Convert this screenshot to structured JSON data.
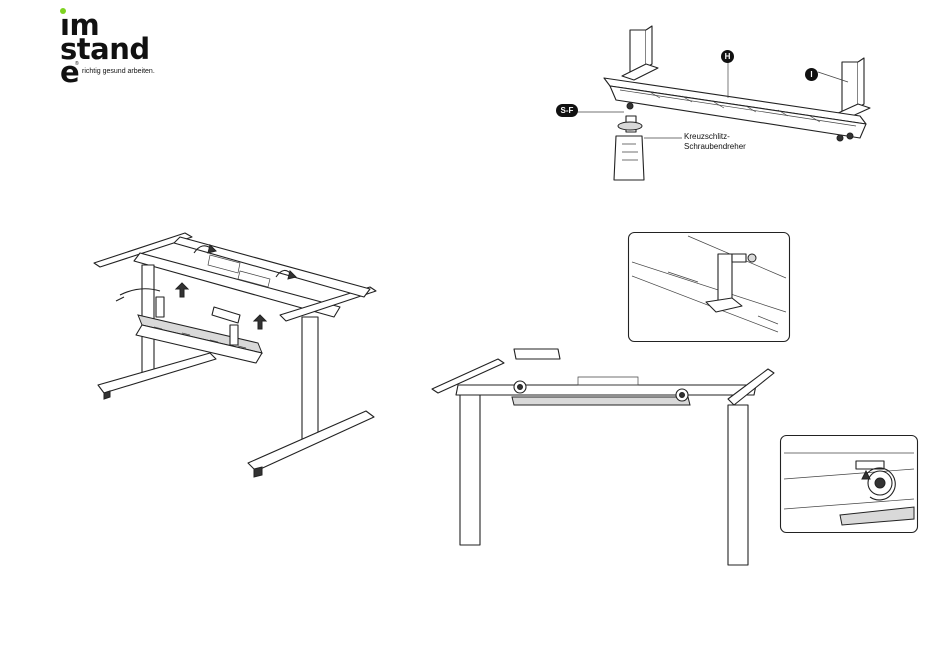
{
  "logo": {
    "word1": "ım",
    "word2": "stand",
    "word3": "e",
    "registered": "®",
    "tagline": "richtig gesund arbeiten.",
    "dot_color": "#7ed321"
  },
  "step_top_right": {
    "label_h": "H",
    "label_i": "I",
    "label_sf": "S-F",
    "tool_line1": "Kreuzschlitz-",
    "tool_line2": "Schraubendreher"
  }
}
